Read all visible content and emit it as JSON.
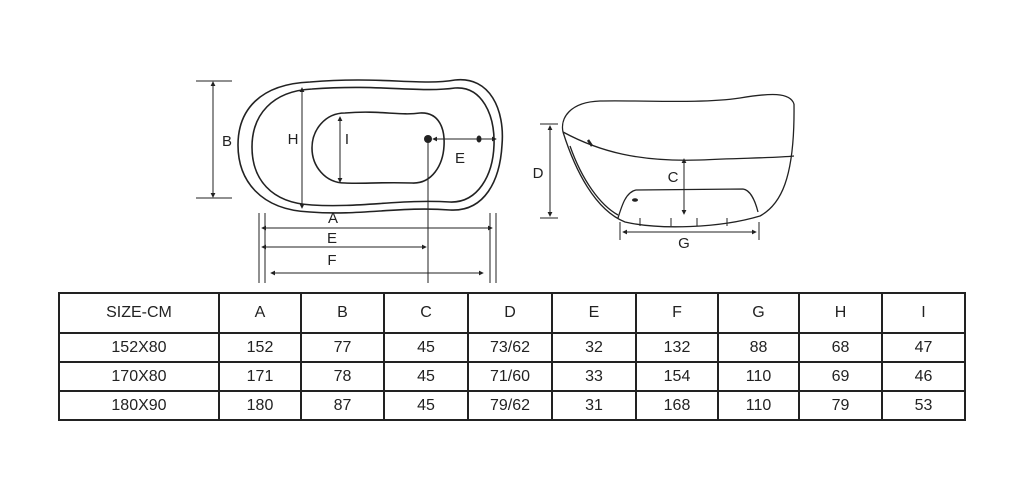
{
  "top_view_labels": {
    "B": "B",
    "H": "H",
    "I": "I",
    "E_overflow": "E",
    "A": "A",
    "E": "E",
    "F": "F"
  },
  "side_view_labels": {
    "D": "D",
    "C": "C",
    "G": "G"
  },
  "table": {
    "headers": [
      "SIZE-CM",
      "A",
      "B",
      "C",
      "D",
      "E",
      "F",
      "G",
      "H",
      "I"
    ],
    "rows": [
      [
        "152X80",
        "152",
        "77",
        "45",
        "73/62",
        "32",
        "132",
        "88",
        "68",
        "47"
      ],
      [
        "170X80",
        "171",
        "78",
        "45",
        "71/60",
        "33",
        "154",
        "110",
        "69",
        "46"
      ],
      [
        "180X90",
        "180",
        "87",
        "45",
        "79/62",
        "31",
        "168",
        "110",
        "79",
        "53"
      ]
    ]
  }
}
